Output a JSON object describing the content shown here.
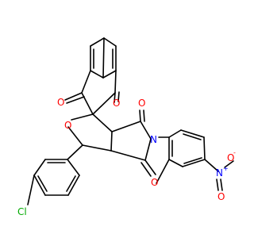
{
  "structure": {
    "atoms": {
      "carbonyl_o_top_left": "O",
      "carbonyl_o_top_right": "O",
      "ring_oxygen": "O",
      "imide_o_upper": "O",
      "imide_o_lower": "O",
      "imide_nitrogen": "N",
      "chlorine": "Cl",
      "nitro_nitrogen": "N",
      "nitro_n_charge": "+",
      "nitro_o_upper": "O",
      "nitro_o_upper_charge": "-",
      "nitro_o_lower": "O"
    },
    "colors": {
      "oxygen": "#ff0000",
      "nitrogen": "#0000ff",
      "chlorine": "#00aa00",
      "bond": "#000000"
    }
  }
}
